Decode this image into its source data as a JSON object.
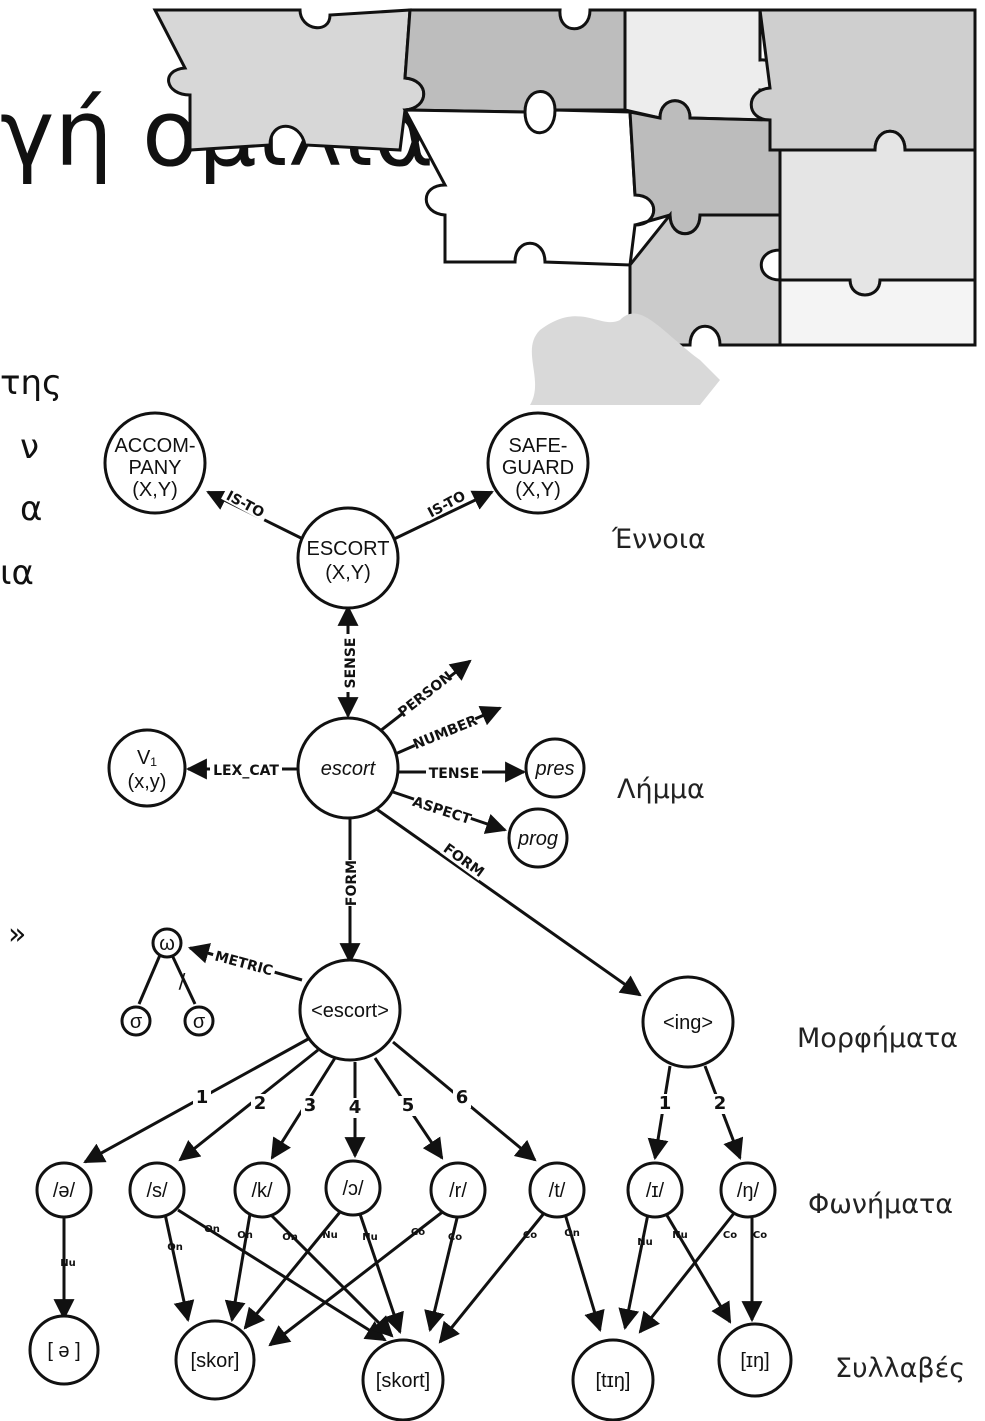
{
  "title": "γή ομιλίας",
  "bullet_fragments": [
    "της",
    "ν",
    "α",
    "ια",
    "»"
  ],
  "levels": {
    "concept": "Έννοια",
    "lemma": "Λήμμα",
    "morphemes": "Μορφήματα",
    "phonemes": "Φωνήματα",
    "syllables": "Συλλαβές"
  },
  "nodes": {
    "accompany": [
      "ACCOM-",
      "PANY",
      "(X,Y)"
    ],
    "safeguard": [
      "SAFE-",
      "GUARD",
      "(X,Y)"
    ],
    "escort_concept": [
      "ESCORT",
      "(X,Y)"
    ],
    "v1": [
      "V₁",
      "(x,y)"
    ],
    "escort_lemma": "escort",
    "pres": "pres",
    "prog": "prog",
    "omega": "ω",
    "sigma": "σ",
    "escort_morph": "<escort>",
    "ing_morph": "<ing>",
    "ph_schwa": "/ə/",
    "ph_s": "/s/",
    "ph_k": "/k/",
    "ph_open_o": "/ɔ/",
    "ph_r": "/r/",
    "ph_t": "/t/",
    "ph_i": "/ɪ/",
    "ph_ng": "/ŋ/",
    "syl_schwa": "[ ə ]",
    "syl_skor": "[skor]",
    "syl_skort": "[skort]",
    "syl_ting": "[tɪŋ]",
    "syl_ing": "[ɪŋ]"
  },
  "edge_labels": {
    "is_to": "IS-TO",
    "sense": "SENSE",
    "lex_cat": "LEX_CAT",
    "person": "PERSON",
    "number": "NUMBER",
    "tense": "TENSE",
    "aspect": "ASPECT",
    "form": "FORM",
    "metric": "METRIC",
    "slash": "/",
    "on": "On",
    "nu": "Nu",
    "co": "Co",
    "orders": [
      "1",
      "2",
      "3",
      "4",
      "5",
      "6",
      "1",
      "2"
    ]
  }
}
